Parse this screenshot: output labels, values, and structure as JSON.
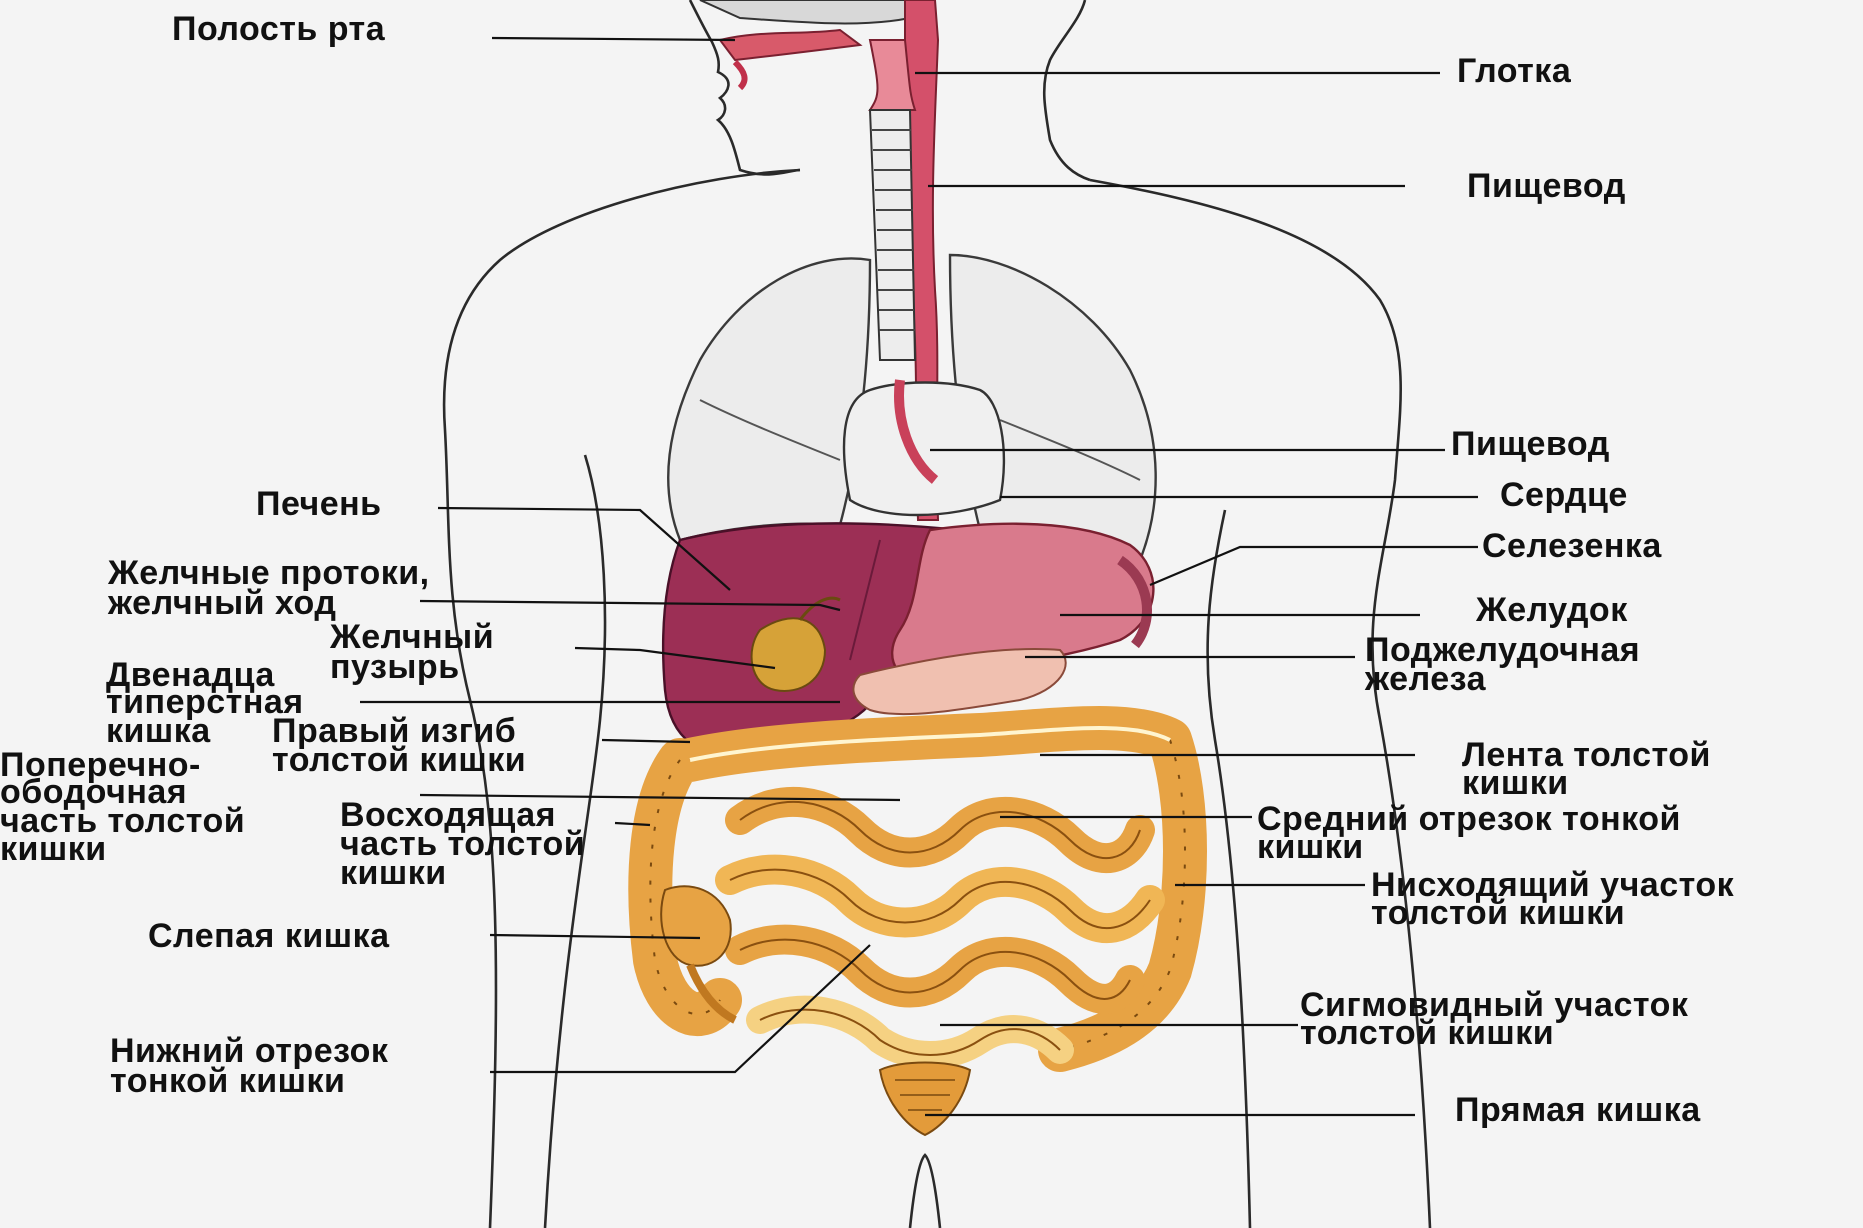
{
  "labels": {
    "oral_cavity": "Полость рта",
    "pharynx": "Глотка",
    "esophagus_top": "Пищевод",
    "esophagus_mid": "Пищевод",
    "heart": "Сердце",
    "liver": "Печень",
    "spleen": "Селезенка",
    "bile_ducts": [
      "Желчные протоки,",
      "желчный ход"
    ],
    "stomach": "Желудок",
    "gallbladder": [
      "Желчный",
      "пузырь"
    ],
    "pancreas": [
      "Поджелудочная",
      "железа"
    ],
    "duodenum": [
      "Двенадца",
      "типерстная",
      "кишка"
    ],
    "right_flexure": [
      "Правый изгиб",
      "толстой кишки"
    ],
    "colon_band": [
      "Лента толстой",
      "кишки"
    ],
    "transverse_colon": [
      "Поперечно-",
      "ободочная",
      "часть толстой",
      "кишки"
    ],
    "ascending_colon": [
      "Восходящая",
      "часть толстой",
      "кишки"
    ],
    "jejunum": [
      "Средний отрезок тонкой",
      "кишки"
    ],
    "descending_colon": [
      "Нисходящий участок",
      "толстой кишки"
    ],
    "cecum": "Слепая кишка",
    "sigmoid_colon": [
      "Сигмовидный участок",
      "толстой кишки"
    ],
    "ileum": [
      "Нижний отрезок",
      "тонкой кишки"
    ],
    "rectum": "Прямая кишка"
  },
  "colors": {
    "liver": "#9c2f55",
    "stomach": "#d97a8c",
    "intestine": "#e7a344",
    "intestine_light": "#f5d182",
    "esophagus": "#c9415a",
    "gallbladder": "#d6a238"
  }
}
